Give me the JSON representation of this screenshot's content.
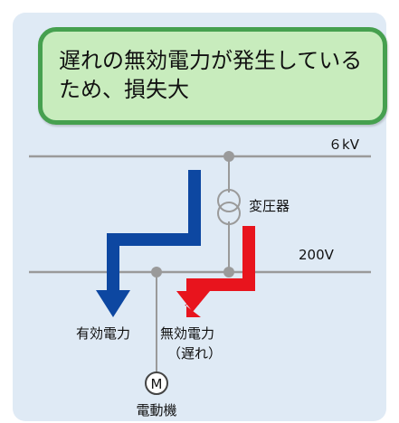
{
  "callout": {
    "text": "遅れの無効電力が発生しているため、損失大"
  },
  "labels": {
    "voltage_high": "６kV",
    "voltage_low": "200V",
    "transformer": "変圧器",
    "active_power": "有効電力",
    "reactive_power": "無効電力",
    "reactive_power_note": "（遅れ）",
    "motor_symbol": "M",
    "motor": "電動機"
  },
  "colors": {
    "panel": "#dfeaf5",
    "callout_fill": "#c8ecbd",
    "callout_border": "#46a04f",
    "line": "#9a9a9a",
    "active_arrow": "#0d47a1",
    "reactive_arrow": "#e8141d"
  }
}
